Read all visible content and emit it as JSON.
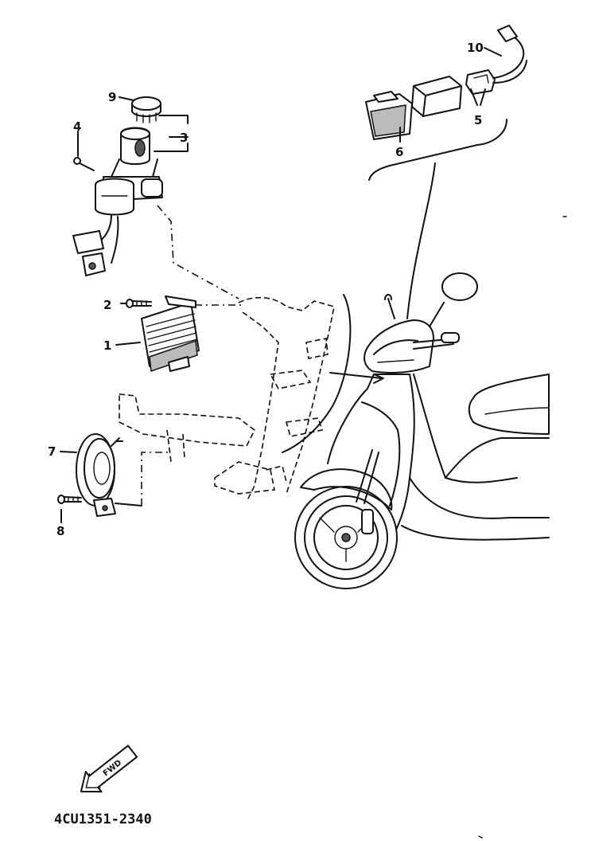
{
  "callouts": {
    "c1": "1",
    "c2": "2",
    "c3": "3",
    "c4": "4",
    "c5": "5",
    "c6": "6",
    "c7": "7",
    "c8": "8",
    "c9": "9",
    "c10": "10"
  },
  "fwd_label": "FWD",
  "diagram_code": "4CU1351-2340"
}
